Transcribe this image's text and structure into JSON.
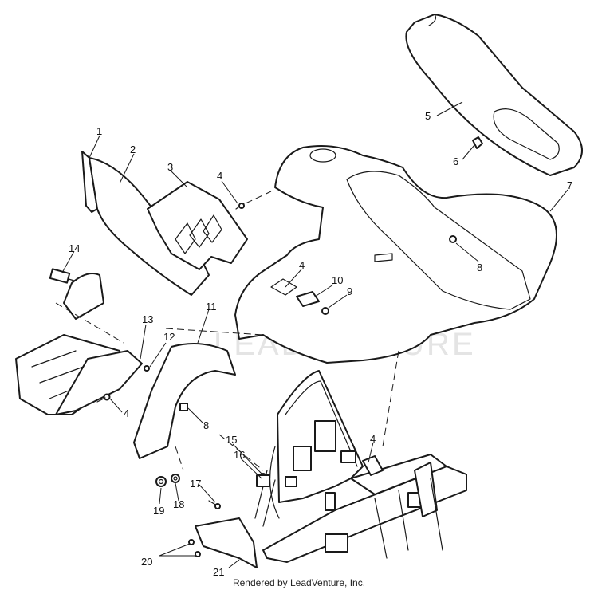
{
  "diagram": {
    "callouts": [
      {
        "id": "c1",
        "label": "1"
      },
      {
        "id": "c2",
        "label": "2"
      },
      {
        "id": "c3",
        "label": "3"
      },
      {
        "id": "c4a",
        "label": "4"
      },
      {
        "id": "c5",
        "label": "5"
      },
      {
        "id": "c6",
        "label": "6"
      },
      {
        "id": "c7",
        "label": "7"
      },
      {
        "id": "c8a",
        "label": "8"
      },
      {
        "id": "c4b",
        "label": "4"
      },
      {
        "id": "c10",
        "label": "10"
      },
      {
        "id": "c9",
        "label": "9"
      },
      {
        "id": "c14",
        "label": "14"
      },
      {
        "id": "c11",
        "label": "11"
      },
      {
        "id": "c13",
        "label": "13"
      },
      {
        "id": "c12",
        "label": "12"
      },
      {
        "id": "c4c",
        "label": "4"
      },
      {
        "id": "c8b",
        "label": "8"
      },
      {
        "id": "c15",
        "label": "15"
      },
      {
        "id": "c4d",
        "label": "4"
      },
      {
        "id": "c16",
        "label": "16"
      },
      {
        "id": "c17",
        "label": "17"
      },
      {
        "id": "c19",
        "label": "19"
      },
      {
        "id": "c18",
        "label": "18"
      },
      {
        "id": "c20",
        "label": "20"
      },
      {
        "id": "c21",
        "label": "21"
      }
    ],
    "watermark": "LEADVENTURE",
    "footer": "Rendered by LeadVenture, Inc."
  }
}
